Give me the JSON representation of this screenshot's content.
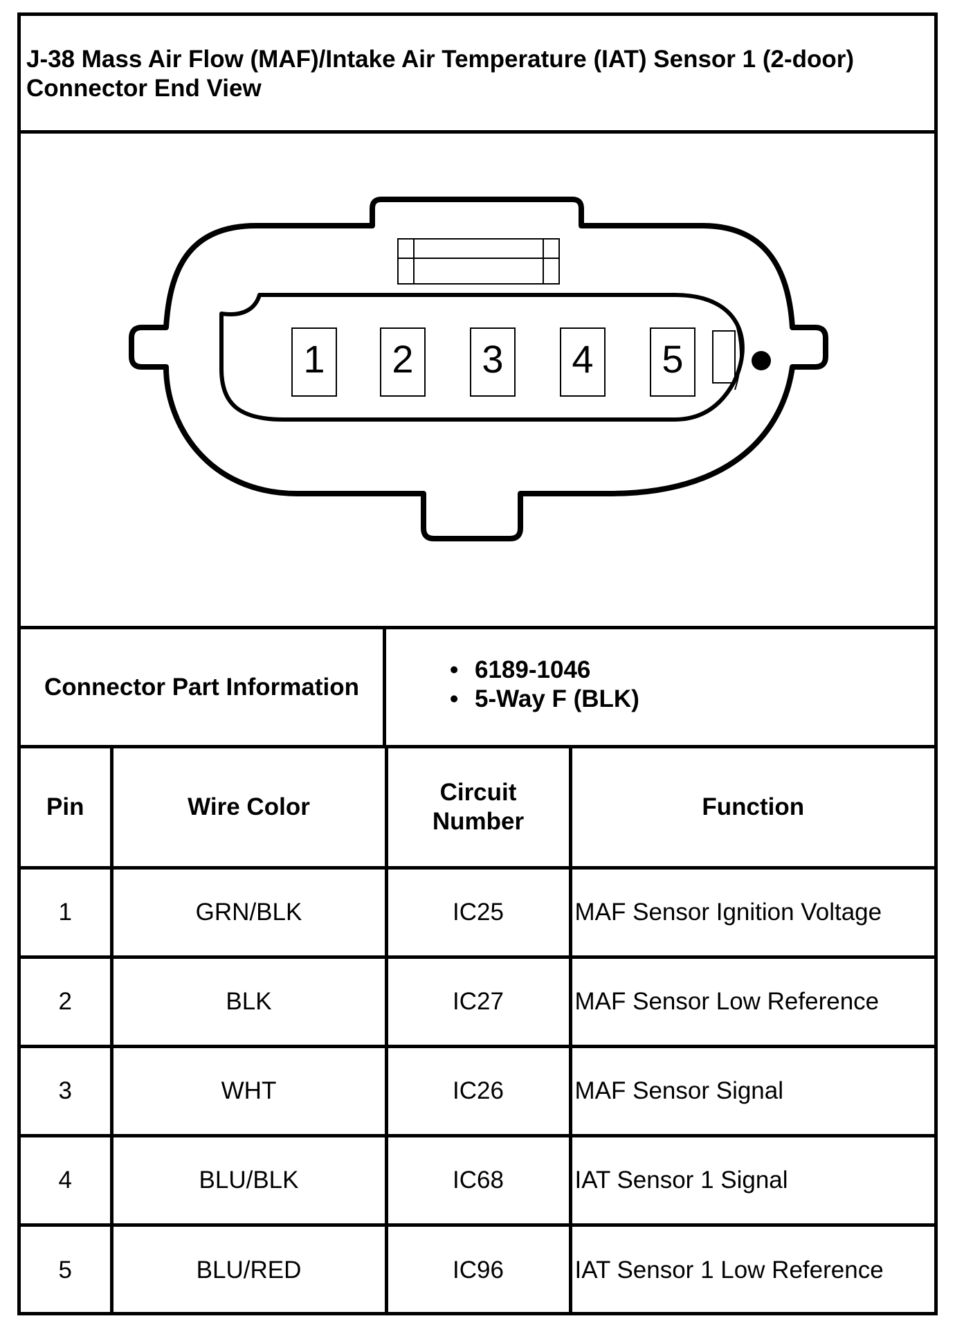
{
  "title": "J-38 Mass Air Flow (MAF)/Intake Air Temperature (IAT) Sensor 1 (2-door) Connector End View",
  "connector": {
    "pins": [
      "1",
      "2",
      "3",
      "4",
      "5"
    ]
  },
  "part_info": {
    "label": "Connector Part Information",
    "items": [
      "6189-1046",
      "5-Way F (BLK)"
    ]
  },
  "table": {
    "headers": {
      "pin": "Pin",
      "wire_color": "Wire Color",
      "circuit_number": "Circuit Number",
      "function": "Function"
    },
    "rows": [
      {
        "pin": "1",
        "wire_color": "GRN/BLK",
        "circuit": "IC25",
        "function": "MAF Sensor Ignition Voltage"
      },
      {
        "pin": "2",
        "wire_color": "BLK",
        "circuit": "IC27",
        "function": "MAF Sensor Low Reference"
      },
      {
        "pin": "3",
        "wire_color": "WHT",
        "circuit": "IC26",
        "function": "MAF Sensor Signal"
      },
      {
        "pin": "4",
        "wire_color": "BLU/BLK",
        "circuit": "IC68",
        "function": "IAT Sensor 1 Signal"
      },
      {
        "pin": "5",
        "wire_color": "BLU/RED",
        "circuit": "IC96",
        "function": "IAT Sensor 1 Low Reference"
      }
    ]
  }
}
